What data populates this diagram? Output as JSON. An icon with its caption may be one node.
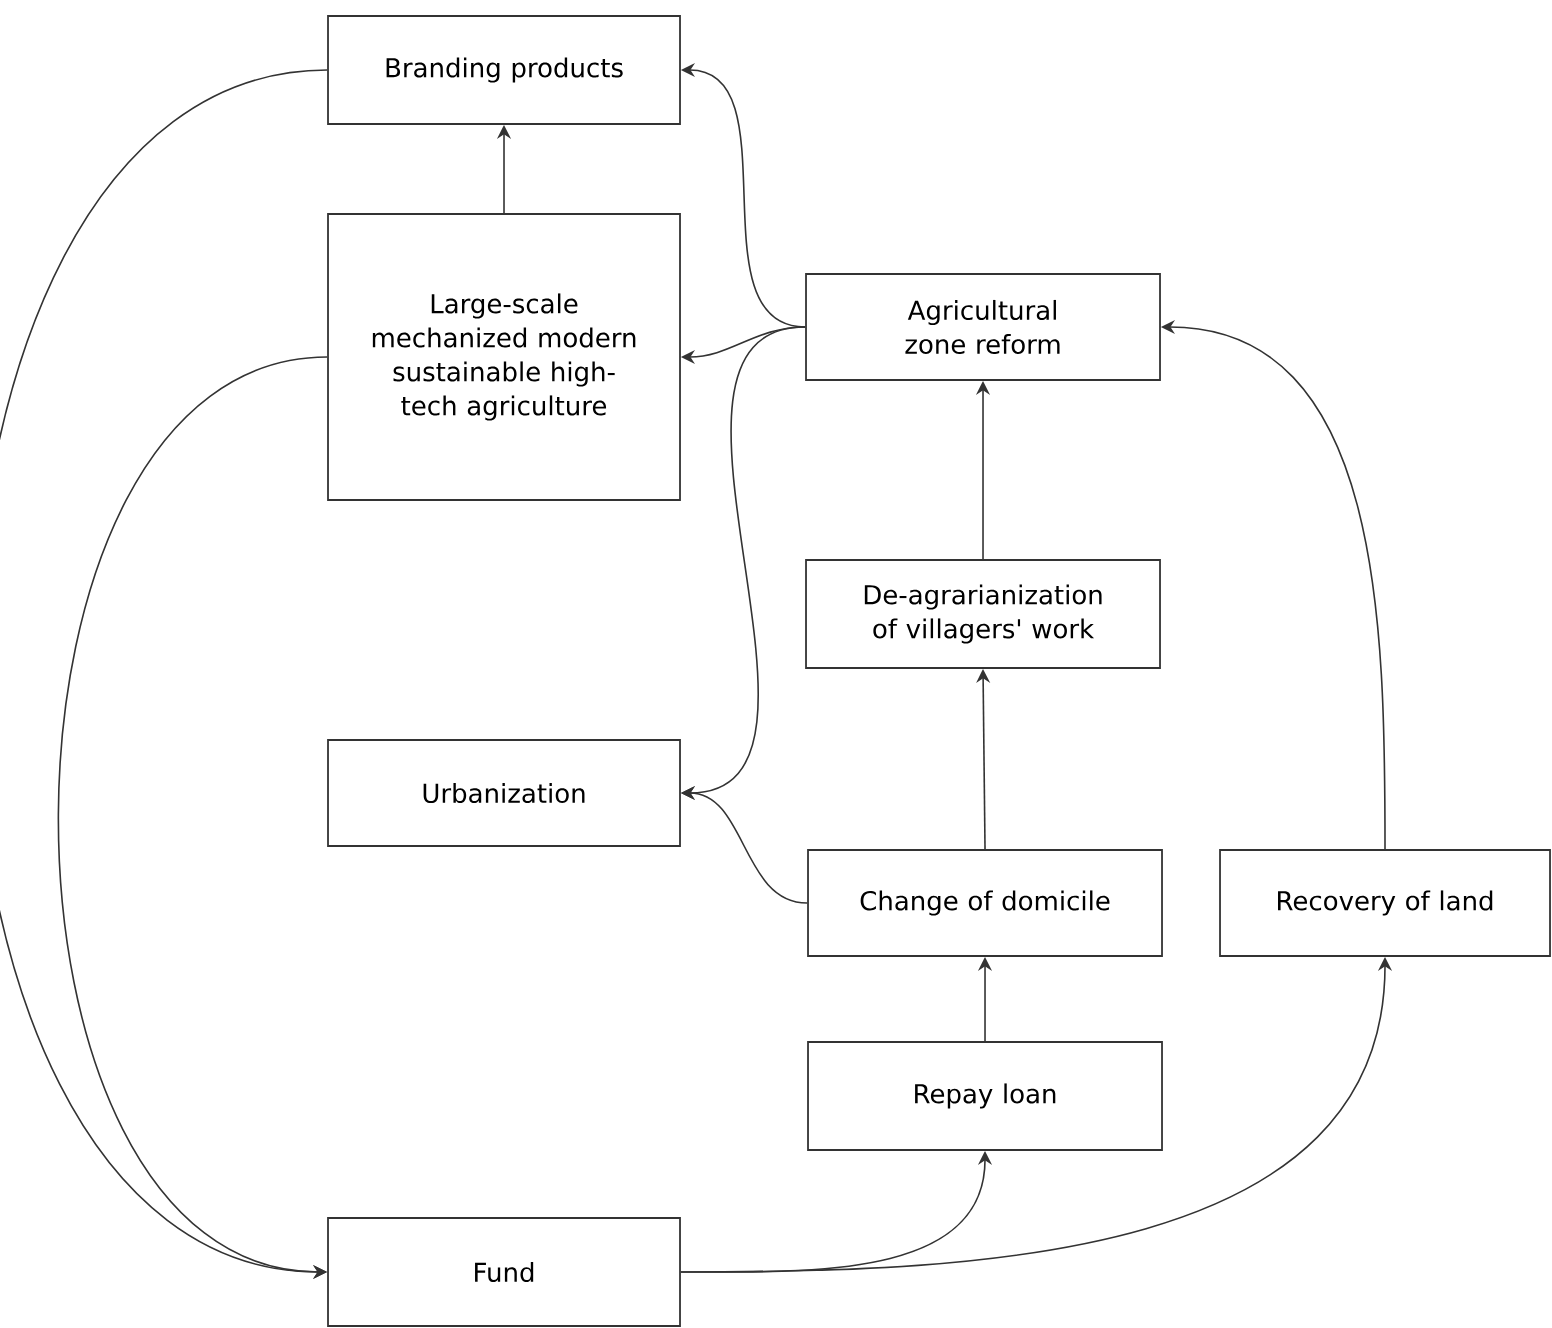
{
  "diagram": {
    "nodes": [
      {
        "text": [
          "Branding  products"
        ]
      },
      {
        "text": [
          "Large-scale mechanized modern sustainable high-tech agriculture"
        ]
      },
      {
        "text": [
          "Agricultural zone reform"
        ]
      },
      {
        "text": [
          "De-agrarianization of villagers' work"
        ]
      },
      {
        "text": [
          "Urbanization"
        ]
      },
      {
        "text": [
          "Change of domicile"
        ]
      },
      {
        "text": [
          "Recovery of land"
        ]
      },
      {
        "text": [
          "Repay loan"
        ]
      },
      {
        "text": [
          "Fund"
        ]
      }
    ],
    "edges": [
      {
        "from": 1,
        "to": 0,
        "arrow": "to"
      },
      {
        "from": 2,
        "to": 0,
        "arrow": "to"
      },
      {
        "from": 2,
        "to": 1,
        "arrow": "to"
      },
      {
        "from": 2,
        "to": 4,
        "arrow": "to"
      },
      {
        "from": 6,
        "to": 2,
        "arrow": "to"
      },
      {
        "from": 3,
        "to": 2,
        "arrow": "to"
      },
      {
        "from": 5,
        "to": 3,
        "arrow": "to"
      },
      {
        "from": 5,
        "to": 4,
        "arrow": "to"
      },
      {
        "from": 7,
        "to": 5,
        "arrow": "to"
      },
      {
        "from": 0,
        "to": 8,
        "arrow": "to"
      },
      {
        "from": 1,
        "to": 8,
        "arrow": "to"
      },
      {
        "from": 8,
        "to": 7,
        "arrow": "to"
      },
      {
        "from": 8,
        "to": 6,
        "arrow": "to"
      }
    ]
  }
}
